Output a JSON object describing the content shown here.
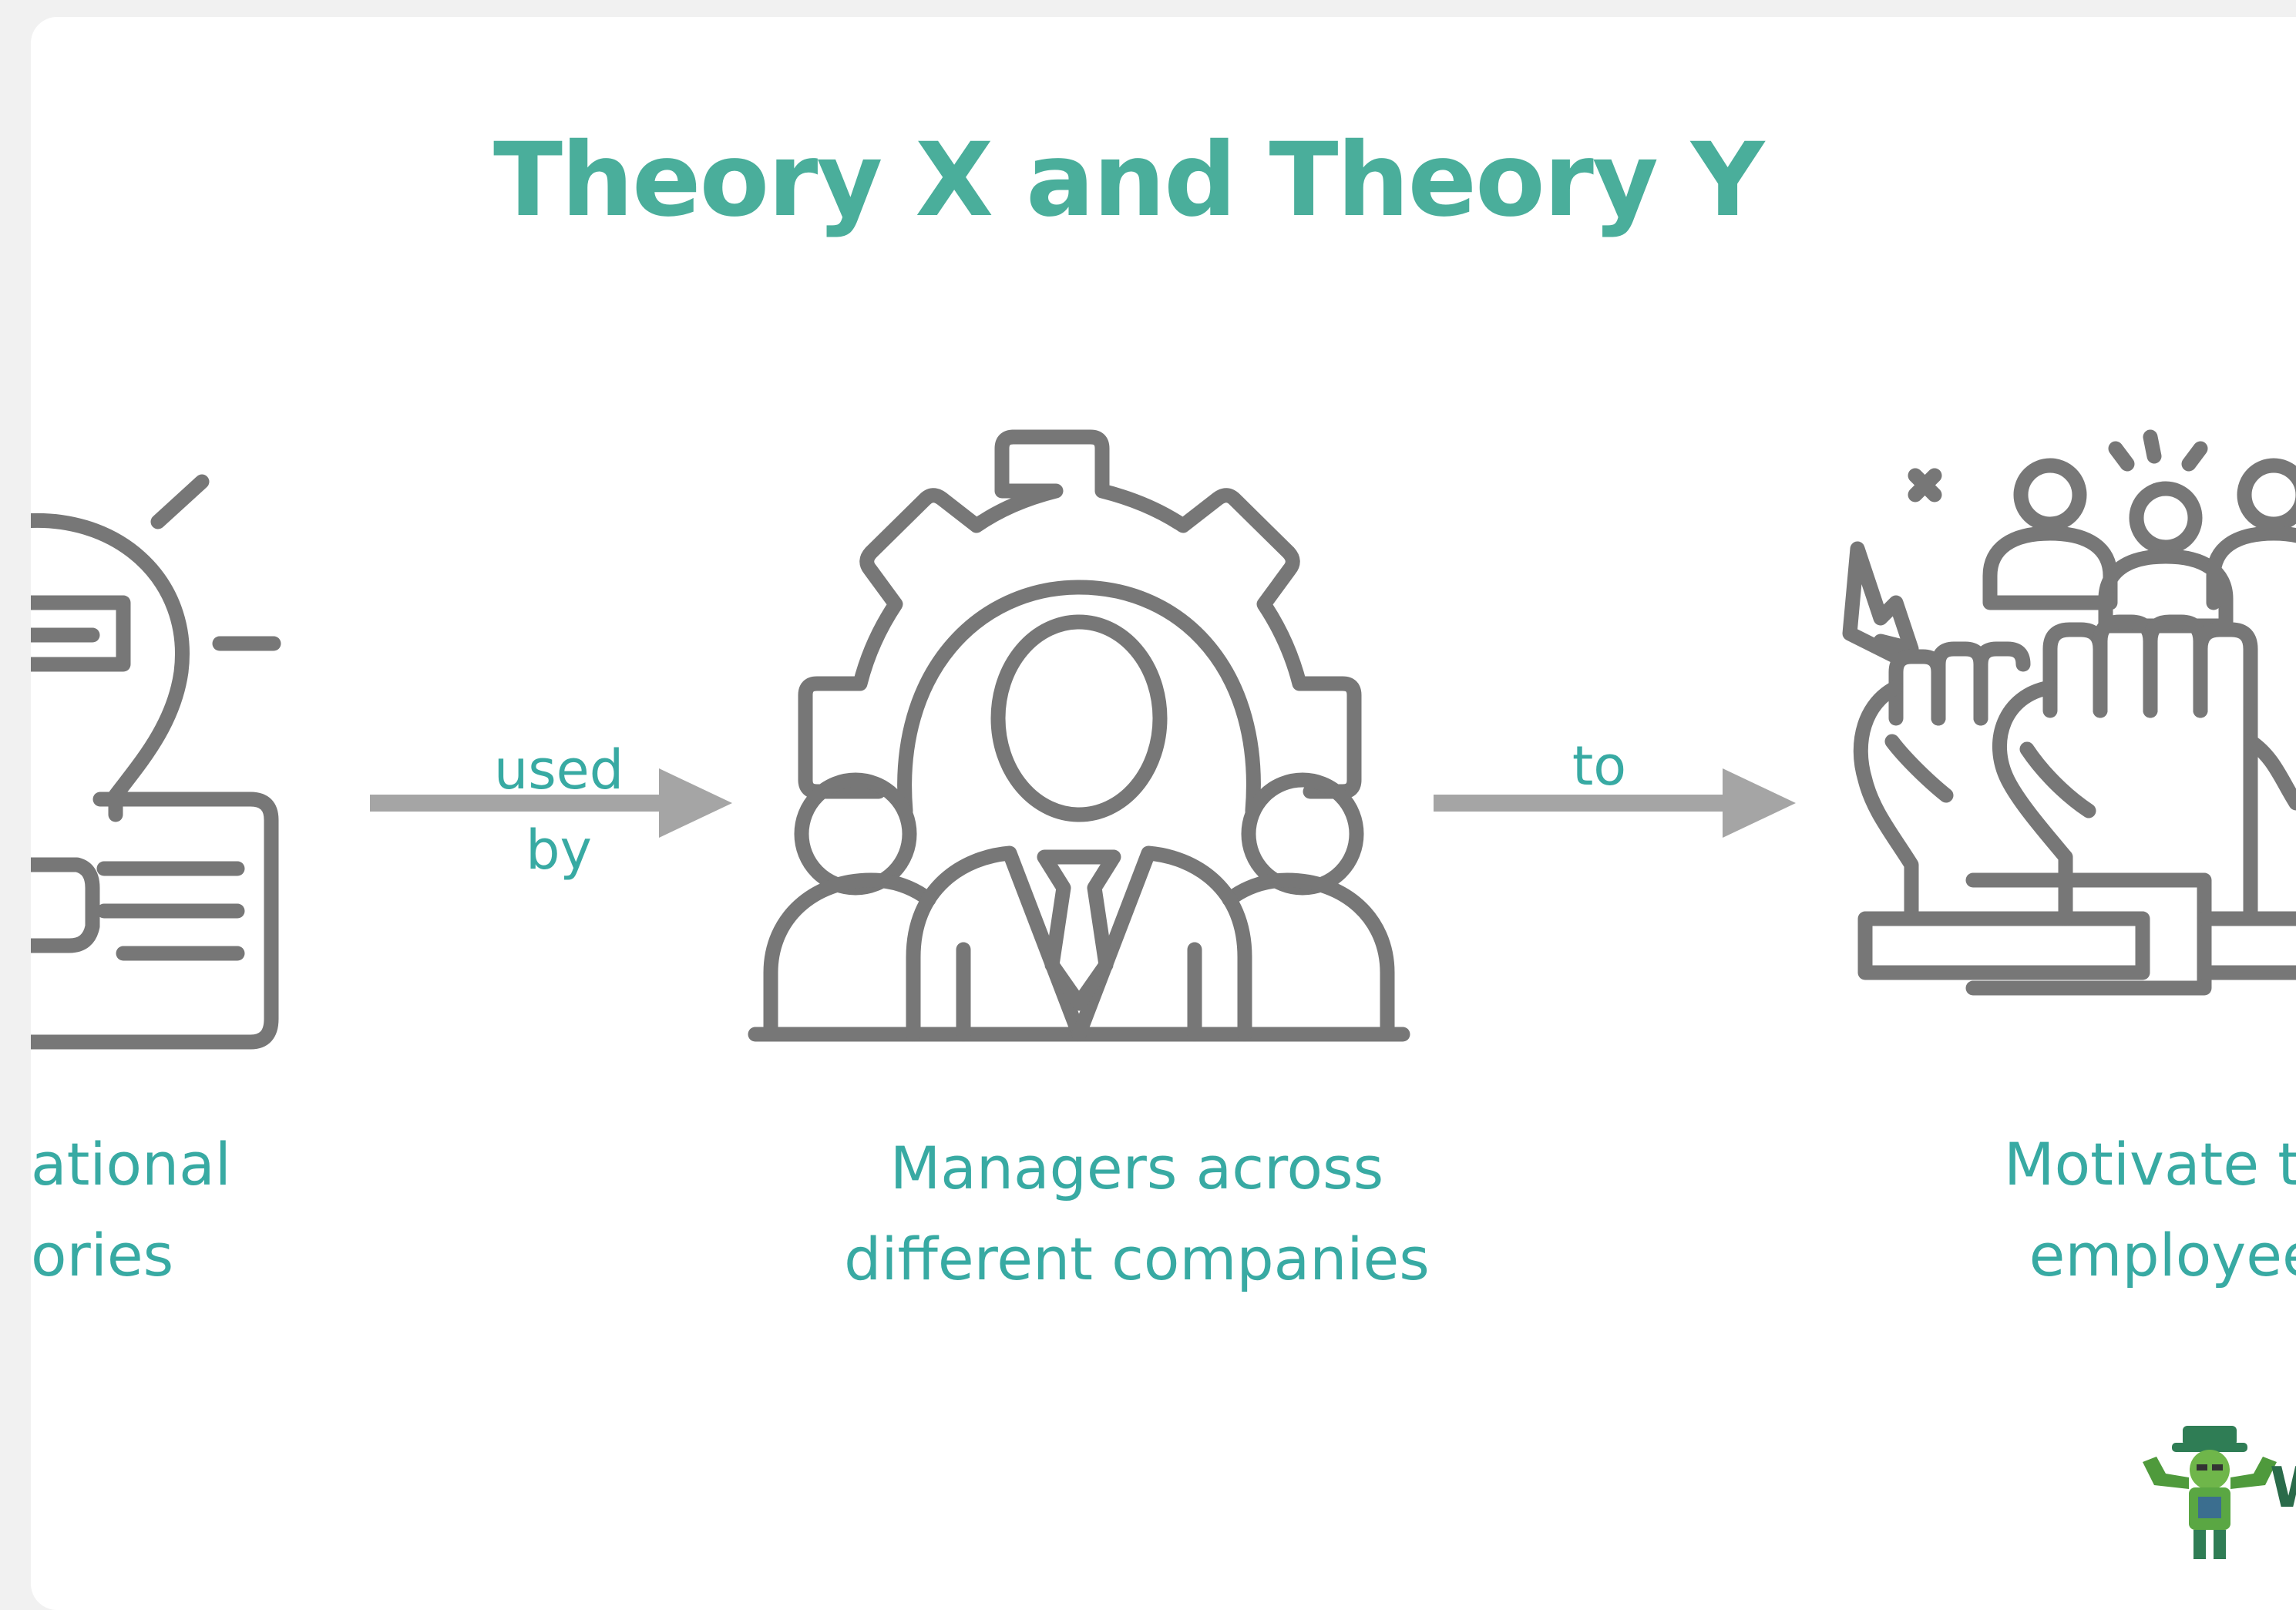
{
  "title": "Theory X and Theory Y",
  "colors": {
    "title": "#4aae9b",
    "caption": "#38aaa3",
    "icon_stroke": "#777777",
    "arrow": "#a5a5a5"
  },
  "nodes": [
    {
      "id": "theories",
      "icon": "lightbulb-document-icon",
      "caption_lines": [
        "ational",
        "ories"
      ]
    },
    {
      "id": "managers",
      "icon": "manager-gear-icon",
      "caption_lines": [
        "Managers across",
        "different companies"
      ]
    },
    {
      "id": "motivate",
      "icon": "raised-fists-team-icon",
      "caption_lines": [
        "Motivate the",
        "employees"
      ]
    }
  ],
  "connectors": [
    {
      "from": "theories",
      "to": "managers",
      "label_lines": [
        "used",
        "by"
      ]
    },
    {
      "from": "managers",
      "to": "motivate",
      "label_lines": [
        "to"
      ]
    }
  ],
  "logo": {
    "icon": "wallstreetmojo-mascot-icon",
    "text": "W"
  }
}
